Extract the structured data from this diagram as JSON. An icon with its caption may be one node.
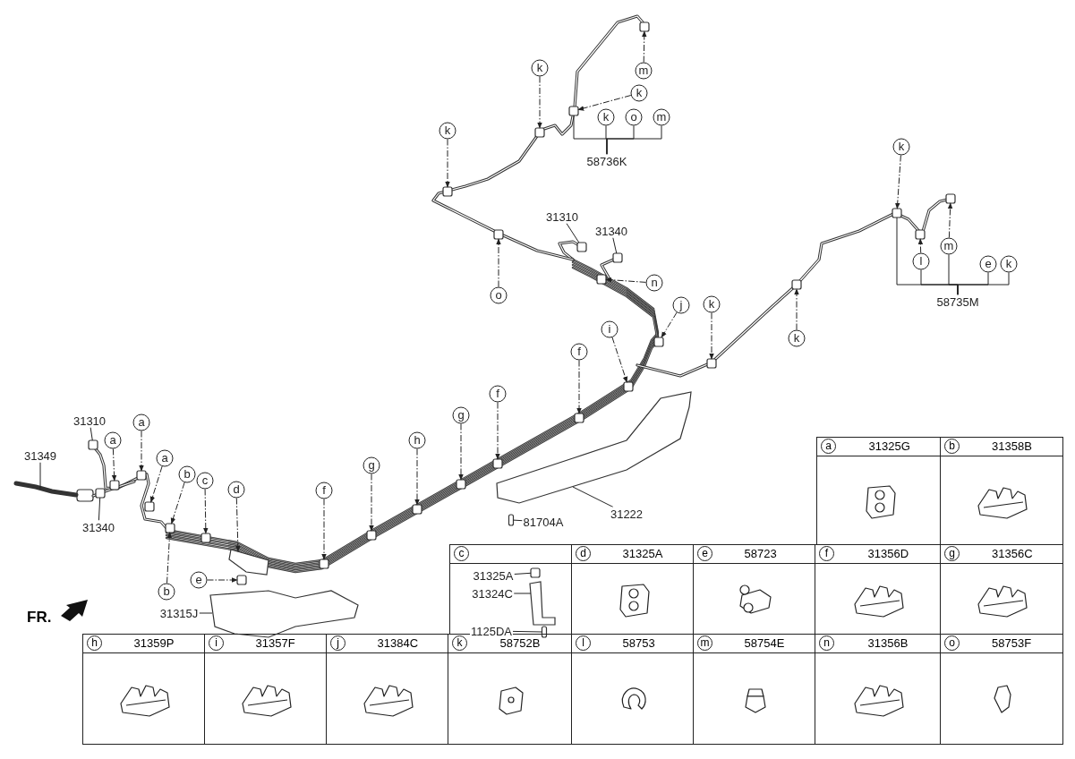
{
  "diagram": {
    "nodes": [
      {
        "text": [
          "31310"
        ]
      },
      {
        "text": [
          "a"
        ]
      },
      {
        "text": [
          "a"
        ]
      },
      {
        "text": [
          "31349"
        ]
      },
      {
        "text": [
          "a"
        ]
      },
      {
        "text": [
          "b"
        ]
      },
      {
        "text": [
          "c"
        ]
      },
      {
        "text": [
          "d"
        ]
      },
      {
        "text": [
          "31340"
        ]
      },
      {
        "text": [
          "f"
        ]
      },
      {
        "text": [
          "g"
        ]
      },
      {
        "text": [
          "h"
        ]
      },
      {
        "text": [
          "g"
        ]
      },
      {
        "text": [
          "f"
        ]
      },
      {
        "text": [
          "f"
        ]
      },
      {
        "text": [
          "i"
        ]
      },
      {
        "text": [
          "j"
        ]
      },
      {
        "text": [
          "n"
        ]
      },
      {
        "text": [
          "31310"
        ]
      },
      {
        "text": [
          "31340"
        ]
      },
      {
        "text": [
          "o"
        ]
      },
      {
        "text": [
          "k"
        ]
      },
      {
        "text": [
          "k"
        ]
      },
      {
        "text": [
          "k"
        ]
      },
      {
        "text": [
          "m"
        ]
      },
      {
        "text": [
          "k"
        ]
      },
      {
        "text": [
          "o"
        ]
      },
      {
        "text": [
          "m"
        ]
      },
      {
        "text": [
          "58736K"
        ]
      },
      {
        "text": [
          "k"
        ]
      },
      {
        "text": [
          "k"
        ]
      },
      {
        "text": [
          "k"
        ]
      },
      {
        "text": [
          "l"
        ]
      },
      {
        "text": [
          "m"
        ]
      },
      {
        "text": [
          "e"
        ]
      },
      {
        "text": [
          "k"
        ]
      },
      {
        "text": [
          "58735M"
        ]
      },
      {
        "text": [
          "31222"
        ]
      },
      {
        "text": [
          "81704A"
        ]
      },
      {
        "text": [
          "e"
        ]
      },
      {
        "text": [
          "b"
        ]
      },
      {
        "text": [
          "31315J"
        ]
      },
      {
        "text": [
          "31325A"
        ]
      },
      {
        "text": [
          "31324C"
        ]
      },
      {
        "text": [
          "1125DA"
        ]
      },
      {
        "text": [
          "a"
        ]
      },
      {
        "text": [
          "b"
        ]
      },
      {
        "text": [
          "c"
        ]
      },
      {
        "text": [
          "d"
        ]
      },
      {
        "text": [
          "e"
        ]
      },
      {
        "text": [
          "f"
        ]
      },
      {
        "text": [
          "g"
        ]
      },
      {
        "text": [
          "h"
        ]
      },
      {
        "text": [
          "i"
        ]
      },
      {
        "text": [
          "j"
        ]
      },
      {
        "text": [
          "k"
        ]
      },
      {
        "text": [
          "l"
        ]
      },
      {
        "text": [
          "m"
        ]
      },
      {
        "text": [
          "n"
        ]
      },
      {
        "text": [
          "o"
        ]
      },
      {
        "text": [],
        "shape": "box"
      },
      {
        "text": [],
        "shape": "box"
      },
      {
        "text": [],
        "shape": "box"
      },
      {
        "text": [],
        "shape": "picture"
      },
      {
        "text": [],
        "shape": "box"
      },
      {
        "text": [],
        "shape": "box"
      },
      {
        "text": [],
        "shape": "box"
      },
      {
        "text": [],
        "shape": "picture"
      },
      {
        "text": [],
        "shape": "box"
      },
      {
        "text": [],
        "shape": "box"
      },
      {
        "text": [],
        "shape": "box"
      },
      {
        "text": [],
        "shape": "box"
      },
      {
        "text": [],
        "shape": "box"
      },
      {
        "text": [],
        "shape": "box"
      },
      {
        "text": [],
        "shape": "box"
      },
      {
        "text": [],
        "shape": "box"
      },
      {
        "text": [],
        "shape": "box"
      },
      {
        "text": [],
        "shape": "box"
      },
      {
        "text": [],
        "shape": "box"
      },
      {
        "text": [],
        "shape": "box"
      },
      {
        "text": [],
        "shape": "box"
      },
      {
        "text": [],
        "shape": "box"
      },
      {
        "text": [],
        "shape": "box"
      },
      {
        "text": [],
        "shape": "box"
      },
      {
        "text": [],
        "shape": "box"
      },
      {
        "text": [],
        "shape": "box"
      },
      {
        "text": [],
        "shape": "box"
      },
      {
        "text": [],
        "shape": "box"
      },
      {
        "text": [],
        "shape": "box"
      },
      {
        "text": [],
        "shape": "box"
      },
      {
        "text": [],
        "shape": "picture"
      },
      {
        "text": [],
        "shape": "box"
      },
      {
        "text": [],
        "shape": "box"
      },
      {
        "text": [],
        "shape": "picture"
      },
      {
        "text": [],
        "shape": "box"
      },
      {
        "text": [],
        "shape": "picture"
      },
      {
        "text": [],
        "shape": "box"
      }
    ],
    "edges": [
      {
        "from": 0,
        "to": 60,
        "arrow": "none"
      },
      {
        "from": 1,
        "to": 61,
        "arrow": "to",
        "style": "dashed"
      },
      {
        "from": 2,
        "to": 62,
        "arrow": "to",
        "style": "dashed"
      },
      {
        "from": 3,
        "to": 63,
        "arrow": "none"
      },
      {
        "from": 4,
        "to": 64,
        "arrow": "to",
        "style": "dashed"
      },
      {
        "from": 5,
        "to": 65,
        "arrow": "to",
        "style": "dashed"
      },
      {
        "from": 6,
        "to": 66,
        "arrow": "to",
        "style": "dashed"
      },
      {
        "from": 7,
        "to": 67,
        "arrow": "to",
        "style": "dashed"
      },
      {
        "from": 8,
        "to": 68,
        "arrow": "none"
      },
      {
        "from": 9,
        "to": 69,
        "arrow": "to",
        "style": "dashed"
      },
      {
        "from": 10,
        "to": 70,
        "arrow": "to",
        "style": "dashed"
      },
      {
        "from": 11,
        "to": 71,
        "arrow": "to",
        "style": "dashed"
      },
      {
        "from": 12,
        "to": 72,
        "arrow": "to",
        "style": "dashed"
      },
      {
        "from": 13,
        "to": 73,
        "arrow": "to",
        "style": "dashed"
      },
      {
        "from": 14,
        "to": 74,
        "arrow": "to",
        "style": "dashed"
      },
      {
        "from": 15,
        "to": 75,
        "arrow": "to",
        "style": "dashed"
      },
      {
        "from": 16,
        "to": 76,
        "arrow": "to",
        "style": "dashed"
      },
      {
        "from": 17,
        "to": 77,
        "arrow": "to",
        "style": "dashed"
      },
      {
        "from": 18,
        "to": 78,
        "arrow": "none"
      },
      {
        "from": 19,
        "to": 79,
        "arrow": "none"
      },
      {
        "from": 20,
        "to": 80,
        "arrow": "to",
        "style": "dashed"
      },
      {
        "from": 21,
        "to": 81,
        "arrow": "to",
        "style": "dashed"
      },
      {
        "from": 22,
        "to": 82,
        "arrow": "to",
        "style": "dashed"
      },
      {
        "from": 23,
        "to": 83,
        "arrow": "to",
        "style": "dashed"
      },
      {
        "from": 24,
        "to": 84,
        "arrow": "to",
        "style": "dashed"
      },
      {
        "from": 28,
        "to": 25,
        "arrow": "none"
      },
      {
        "from": 28,
        "to": 26,
        "arrow": "none"
      },
      {
        "from": 28,
        "to": 27,
        "arrow": "none"
      },
      {
        "from": 28,
        "to": 83,
        "arrow": "none"
      },
      {
        "from": 29,
        "to": 85,
        "arrow": "to",
        "style": "dashed"
      },
      {
        "from": 30,
        "to": 86,
        "arrow": "to",
        "style": "dashed"
      },
      {
        "from": 31,
        "to": 87,
        "arrow": "to",
        "style": "dashed"
      },
      {
        "from": 32,
        "to": 88,
        "arrow": "to",
        "style": "dashed"
      },
      {
        "from": 33,
        "to": 89,
        "arrow": "to",
        "style": "dashed"
      },
      {
        "from": 36,
        "to": 32,
        "arrow": "none"
      },
      {
        "from": 36,
        "to": 33,
        "arrow": "none"
      },
      {
        "from": 36,
        "to": 34,
        "arrow": "none"
      },
      {
        "from": 36,
        "to": 35,
        "arrow": "none"
      },
      {
        "from": 36,
        "to": 87,
        "arrow": "none"
      },
      {
        "from": 37,
        "to": 90,
        "arrow": "none"
      },
      {
        "from": 38,
        "to": 91,
        "arrow": "none"
      },
      {
        "from": 39,
        "to": 92,
        "arrow": "to",
        "style": "dashed"
      },
      {
        "from": 40,
        "to": 65,
        "arrow": "to",
        "style": "dashed"
      },
      {
        "from": 41,
        "to": 93,
        "arrow": "none"
      },
      {
        "from": 42,
        "to": 94,
        "arrow": "none"
      },
      {
        "from": 43,
        "to": 95,
        "arrow": "none"
      },
      {
        "from": 44,
        "to": 96,
        "arrow": "none"
      }
    ],
    "labels": [
      "FR.",
      "31325G",
      "31358B",
      "31325A",
      "58723",
      "31356D",
      "31356C",
      "31359P",
      "31357F",
      "31384C",
      "58752B",
      "58753",
      "58754E",
      "31356B",
      "58753F"
    ]
  }
}
